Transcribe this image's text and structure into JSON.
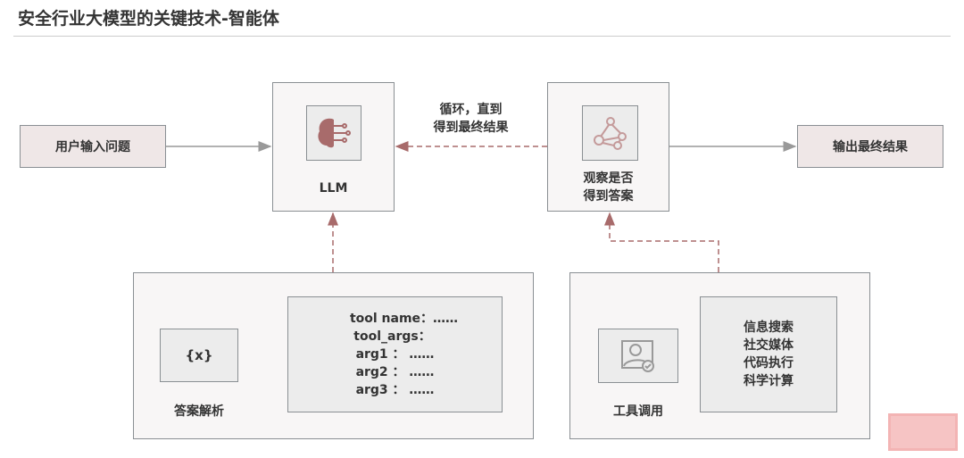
{
  "title": "安全行业大模型的关键技术-智能体",
  "input": "用户输入问题",
  "llm": "LLM",
  "loop_label": [
    "循环，直到",
    "得到最终结果"
  ],
  "observe": [
    "观察是否",
    "得到答案"
  ],
  "output": "输出最终结果",
  "parse": {
    "icon_text": "{x}",
    "label": "答案解析",
    "code": [
      "tool name：……",
      "tool_args：",
      "arg1 ： ……",
      "arg2 ： ……",
      "arg3 ： ……"
    ]
  },
  "tools": {
    "label": "工具调用",
    "items": [
      "信息搜索",
      "社交媒体",
      "代码执行",
      "科学计算"
    ]
  },
  "colors": {
    "accent": "#a86b6b",
    "border": "#8a8f93"
  }
}
